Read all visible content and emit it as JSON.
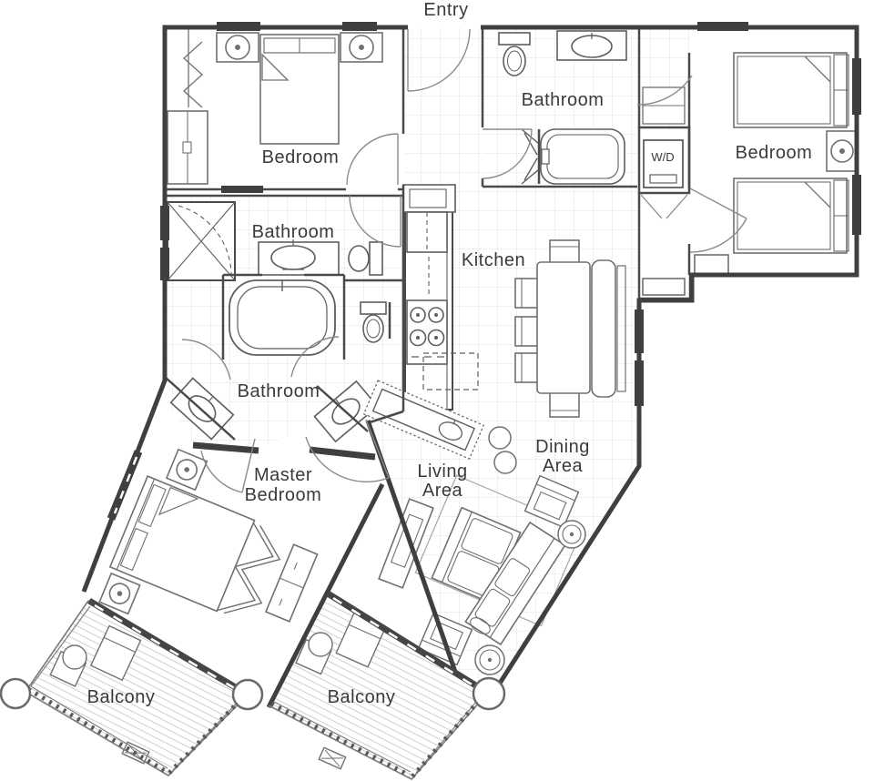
{
  "plan": {
    "labels": {
      "entry": "Entry",
      "bedroom_top_left": "Bedroom",
      "bathroom_top": "Bathroom",
      "bedroom_top_right": "Bedroom",
      "washer_dryer": "W/D",
      "bathroom_middle": "Bathroom",
      "kitchen": "Kitchen",
      "bathroom_lower": "Bathroom",
      "master_line1": "Master",
      "master_line2": "Bedroom",
      "living_line1": "Living",
      "living_line2": "Area",
      "dining_line1": "Dining",
      "dining_line2": "Area",
      "balcony_left": "Balcony",
      "balcony_middle": "Balcony"
    },
    "colors": {
      "wall": "#3f3f3f",
      "interior_wall": "#4a4a4a",
      "fixture": "#5e5e5e",
      "furniture": "#707070",
      "door_arc": "#8a8a8a",
      "tile_grid": "#dde1e6",
      "deck_stripe": "#b6bac0",
      "label": "#3a3a3a",
      "background": "#ffffff"
    }
  }
}
